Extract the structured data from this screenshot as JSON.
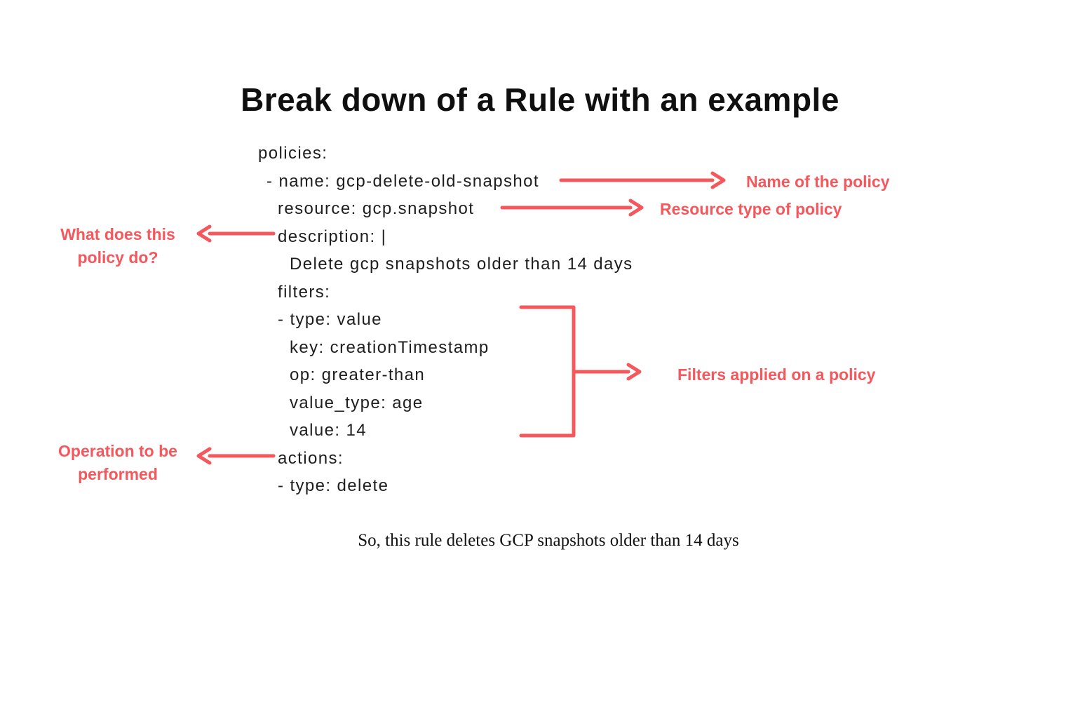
{
  "title": "Break down of a Rule with an example",
  "code": {
    "language": "yaml",
    "lines": [
      "policies:",
      "- name: gcp-delete-old-snapshot",
      "resource: gcp.snapshot",
      "description: |",
      "Delete gcp snapshots older than 14 days",
      "filters:",
      "- type: value",
      "key: creationTimestamp",
      "op: greater-than",
      "value_type: age",
      "value: 14",
      "actions:",
      "- type: delete"
    ]
  },
  "annotations": {
    "name_label": "Name of the policy",
    "resource_label": "Resource type of policy",
    "description_label": "What does this policy do?",
    "filters_label": "Filters applied on a policy",
    "actions_label": "Operation to be performed"
  },
  "conclusion": "So, this rule deletes GCP snapshots older than 14 days",
  "colors": {
    "accent": "#F4575C",
    "text": "#1E1E1E",
    "background": "#FFFFFF"
  }
}
